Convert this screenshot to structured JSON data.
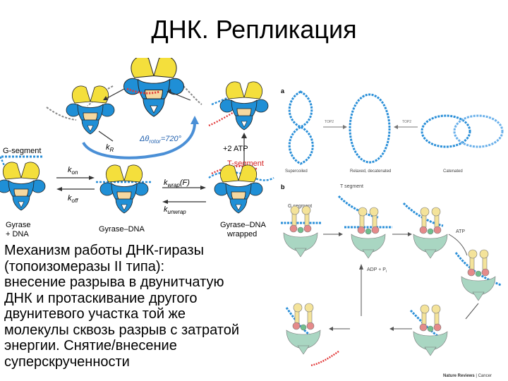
{
  "slide": {
    "title": "ДНК. Репликация",
    "caption_lines": [
      "Механизм работы ДНК-гиразы",
      "(топоизомеразы II типа):",
      "внесение разрыва в двунитчатую",
      "ДНК и протаскивание другого",
      "двунитевого участка той же",
      "молекулы сквозь разрыв с затратой",
      "энергии. Снятие/внесение",
      "суперскрученности"
    ]
  },
  "gyrase_cycle": {
    "angle_label": "Δθ",
    "angle_sub": "rotor",
    "angle_value": "=720°",
    "kr": "k",
    "kr_sub": "R",
    "atp": "+2 ATP",
    "g_segment": "G-segment",
    "t_segment": "T-segment",
    "kon": "k",
    "kon_sub": "on",
    "koff": "k",
    "koff_sub": "off",
    "kwrap": "k",
    "kwrap_sub": "wrap",
    "kwrap_suffix": "(F)",
    "kunwrap": "k",
    "kunwrap_sub": "unwrap",
    "state1": [
      "Gyrase",
      "+ DNA"
    ],
    "state2": "Gyrase–DNA",
    "state3": [
      "Gyrase–DNA",
      "wrapped"
    ]
  },
  "topo_panel": {
    "label_a": "a",
    "label_b": "b",
    "topo_arrow_1": "TOP2",
    "topo_arrow_2": "TOP2",
    "supercoiled": "Supercoiled",
    "relaxed": "Relaxed, decatenated",
    "catenated": "Catenated",
    "t_segment": "T segment",
    "g_segment": "G segment",
    "atp": "ATP",
    "adp": "ADP + P",
    "adp_sub": "i",
    "credit_bold": "Nature Reviews",
    "credit_rest": " | Cancer"
  },
  "colors": {
    "yellow_domain": "#f4df3c",
    "blue_domain": "#1f8fd6",
    "tan_domain": "#f5d8a0",
    "dna_blue": "#2a8fd8",
    "red_segment": "#e23a3a",
    "rotor_arrow": "#4a8fd6",
    "t_segment_red": "#d42020"
  }
}
